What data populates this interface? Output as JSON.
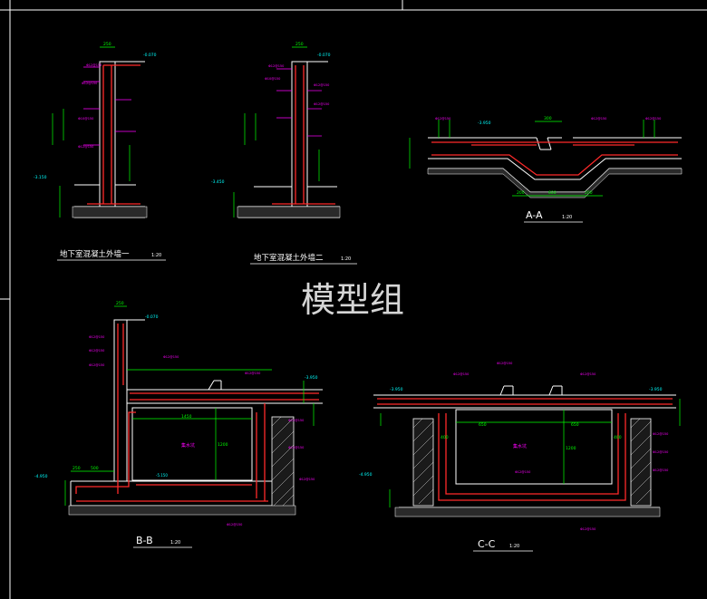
{
  "colors": {
    "background": "#000000",
    "frame": "#ffffff",
    "structure": "#ffffff",
    "rebar": "#ff2a2a",
    "dimension": "#00ff00",
    "annotation": "#ff00ff",
    "elevation": "#00ffff",
    "cut_line": "#ffff00",
    "watermark": "#e8e8e8"
  },
  "watermark": "模型组",
  "details": {
    "wall1": {
      "title": "地下室混凝土外墙一",
      "scale": "1:20"
    },
    "wall2": {
      "title": "地下室混凝土外墙二",
      "scale": "1:20"
    },
    "aa": {
      "title": "A-A",
      "scale": "1:20"
    },
    "bb": {
      "title": "B-B",
      "scale": "1:20"
    },
    "cc": {
      "title": "C-C",
      "scale": "1:20"
    }
  },
  "elevations": {
    "wall1_top": "-0.070",
    "wall1_bottom": "-3.150",
    "wall2_top": "-0.070",
    "wall2_bottom": "-3.450",
    "aa_top": "-3.950",
    "bb_top": "-0.070",
    "bb_slab": "-3.950",
    "bb_bottom": "-4.950",
    "bb_pit": "-5.150",
    "cc_top": "-3.950",
    "cc_bottom": "-4.950"
  },
  "dims": {
    "wall1_thk": "250",
    "wall2_thk": "250",
    "aa_bottom": [
      "200",
      "600",
      "200"
    ],
    "aa_top": "300",
    "bb_wall": "250",
    "bb_span": "1450",
    "bb_base": [
      "250",
      "500"
    ],
    "bb_height": "1200",
    "cc_span": "650",
    "cc_height": "1200",
    "cc_side": "400",
    "room_label": "集水坑"
  }
}
